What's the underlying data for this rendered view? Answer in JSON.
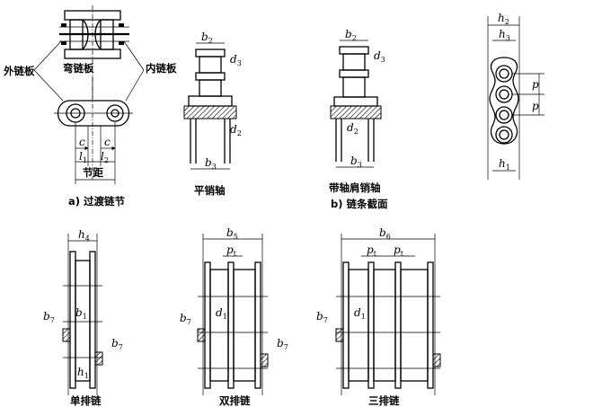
{
  "part_a": {
    "outer_plate": "外链板",
    "bent_plate": "弯链板",
    "inner_plate": "内链板",
    "pitch": "节距",
    "l1": "l",
    "l1_sub": "1",
    "l2": "l",
    "l2_sub": "2",
    "c": "c",
    "caption": "a) 过渡链节"
  },
  "part_b": {
    "plain_pin": "平销轴",
    "shoulder_pin": "带轴肩销轴",
    "caption": "b) 链条截面",
    "b2": "b",
    "b2_sub": "2",
    "b3": "b",
    "b3_sub": "3",
    "d2": "d",
    "d2_sub": "2",
    "d3": "d",
    "d3_sub": "3"
  },
  "plate_view": {
    "h2": "h",
    "h2_sub": "2",
    "h3": "h",
    "h3_sub": "3",
    "h1": "h",
    "h1_sub": "1",
    "p": "p"
  },
  "chains": {
    "single": "单排链",
    "double": "双排链",
    "triple": "三排链",
    "h4": "h",
    "h4_sub": "4",
    "b5": "b",
    "b5_sub": "5",
    "b6": "b",
    "b6_sub": "6",
    "b7": "b",
    "b7_sub": "7",
    "pt": "p",
    "pt_sub": "t",
    "b1": "b",
    "b1_sub": "1",
    "h1": "h",
    "h1_sub": "1",
    "d1": "d",
    "d1_sub": "1"
  }
}
